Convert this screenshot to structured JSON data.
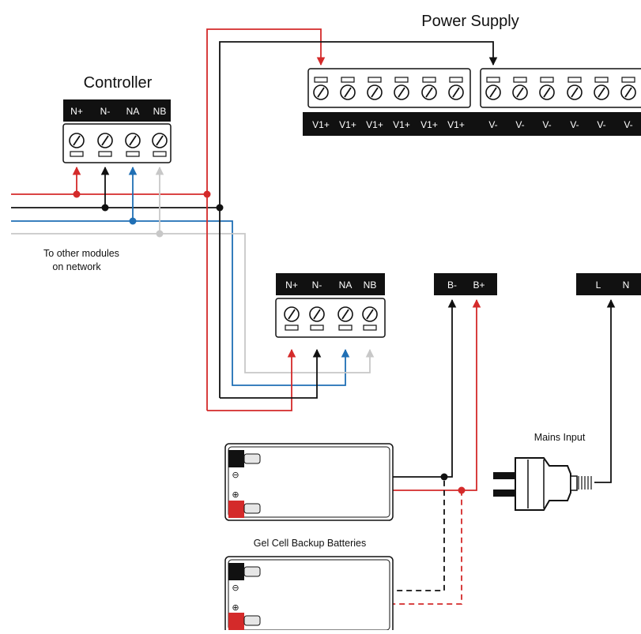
{
  "labels": {
    "power_supply": "Power Supply",
    "controller": "Controller",
    "to_other_1": "To other modules",
    "to_other_2": "on  network",
    "mains_input": "Mains Input",
    "batteries": "Gel Cell Backup Batteries"
  },
  "terminals": {
    "controller": [
      "N+",
      "N-",
      "NA",
      "NB"
    ],
    "module": [
      "N+",
      "N-",
      "NA",
      "NB"
    ],
    "psu_pos": [
      "V1+",
      "V1+",
      "V1+",
      "V1+",
      "V1+",
      "V1+"
    ],
    "psu_neg": [
      "V-",
      "V-",
      "V-",
      "V-",
      "V-",
      "V-"
    ],
    "battery": [
      "B-",
      "B+"
    ],
    "mains": [
      "L",
      "N"
    ]
  },
  "battery_symbols": {
    "minus": "⊖",
    "plus": "⊕"
  },
  "colors": {
    "positive": "#d42a2a",
    "negative": "#111111",
    "data_a": "#1f6fb5",
    "data_b": "#c8c8c8",
    "terminal_text": "#ffffff",
    "battery_red": "#d42a2a",
    "battery_black": "#111111"
  }
}
